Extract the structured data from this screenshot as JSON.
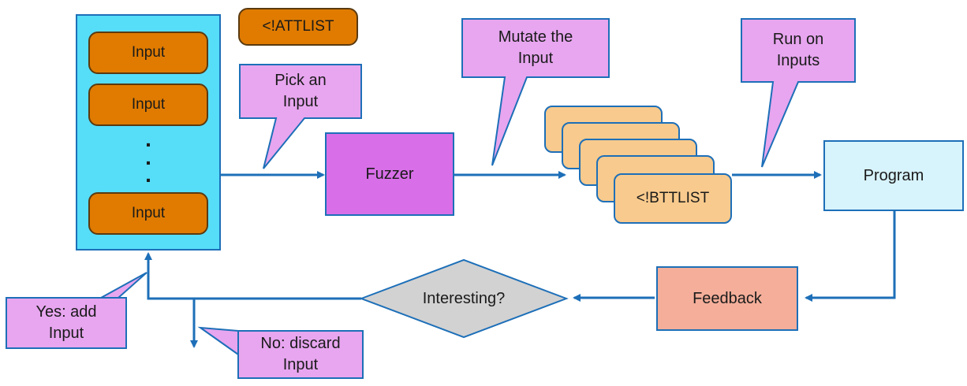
{
  "corpus": {
    "inputs": [
      "Input",
      "Input",
      "Input"
    ],
    "ellipsis": ".\n.\n."
  },
  "seed_label": "<!ATTLIST",
  "callouts": {
    "pick": "Pick an\nInput",
    "mutate": "Mutate the\nInput",
    "run": "Run on\nInputs",
    "yes": "Yes: add\nInput",
    "no": "No: discard\nInput"
  },
  "fuzzer": "Fuzzer",
  "mutated_label": "<!BTTLIST",
  "program": "Program",
  "feedback": "Feedback",
  "decision": "Interesting?",
  "colors": {
    "callout_fill": "#e7a6ef",
    "fuzzer_fill": "#d86fe8",
    "program_fill": "#d7f3fb",
    "feedback_fill": "#f4ae9a",
    "decision_fill": "#d2d2d2",
    "arrow": "#1d6fb8"
  }
}
